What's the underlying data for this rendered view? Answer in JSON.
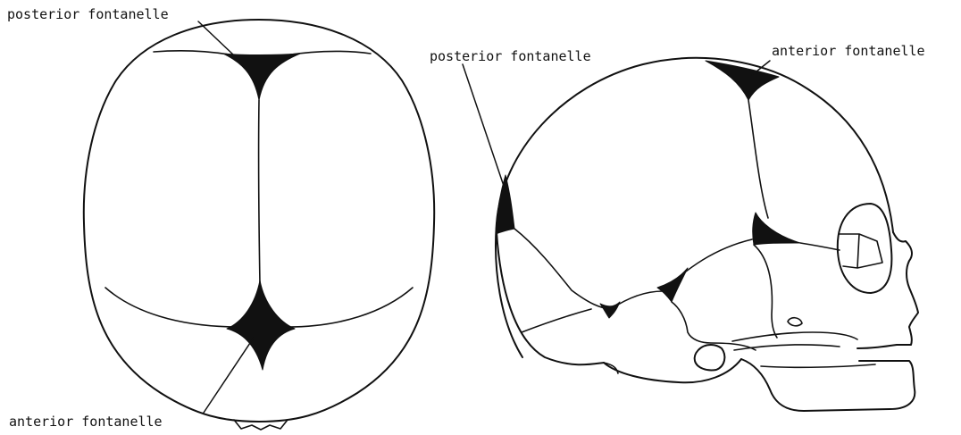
{
  "labels": {
    "top_view_posterior": "posterior fontanelle",
    "top_view_anterior": "anterior fontanelle",
    "side_view_posterior": "posterior fontanelle",
    "side_view_anterior": "anterior fontanelle"
  },
  "colors": {
    "ink": "#111111",
    "background": "#ffffff"
  }
}
